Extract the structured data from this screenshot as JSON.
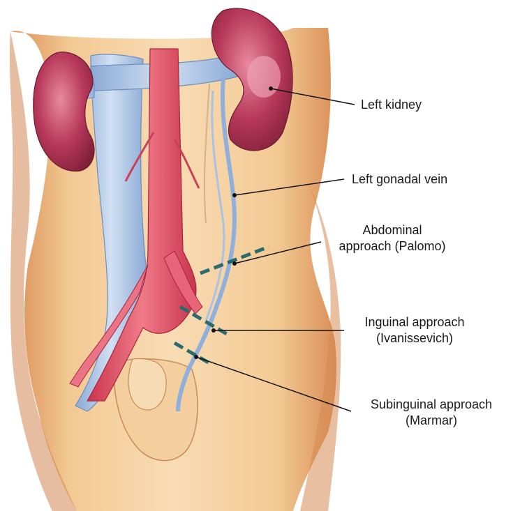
{
  "labels": {
    "left_kidney": "Left kidney",
    "left_gonadal_vein": "Left gonadal vein",
    "abdominal_approach": {
      "line1": "Abdominal",
      "line2": "approach (Palomo)"
    },
    "inguinal_approach": {
      "line1": "Inguinal approach",
      "line2": "(Ivanissevich)"
    },
    "subinguinal_approach": {
      "line1": "Subinguinal approach",
      "line2": "(Marmar)"
    }
  },
  "colors": {
    "skin": "#f1c79a",
    "skin_shadow": "#d9945d",
    "vein": "#a9c3e6",
    "artery": "#e0566b",
    "kidney": "#b4354f",
    "incision": "#2b6b6e",
    "leader": "#111111"
  }
}
